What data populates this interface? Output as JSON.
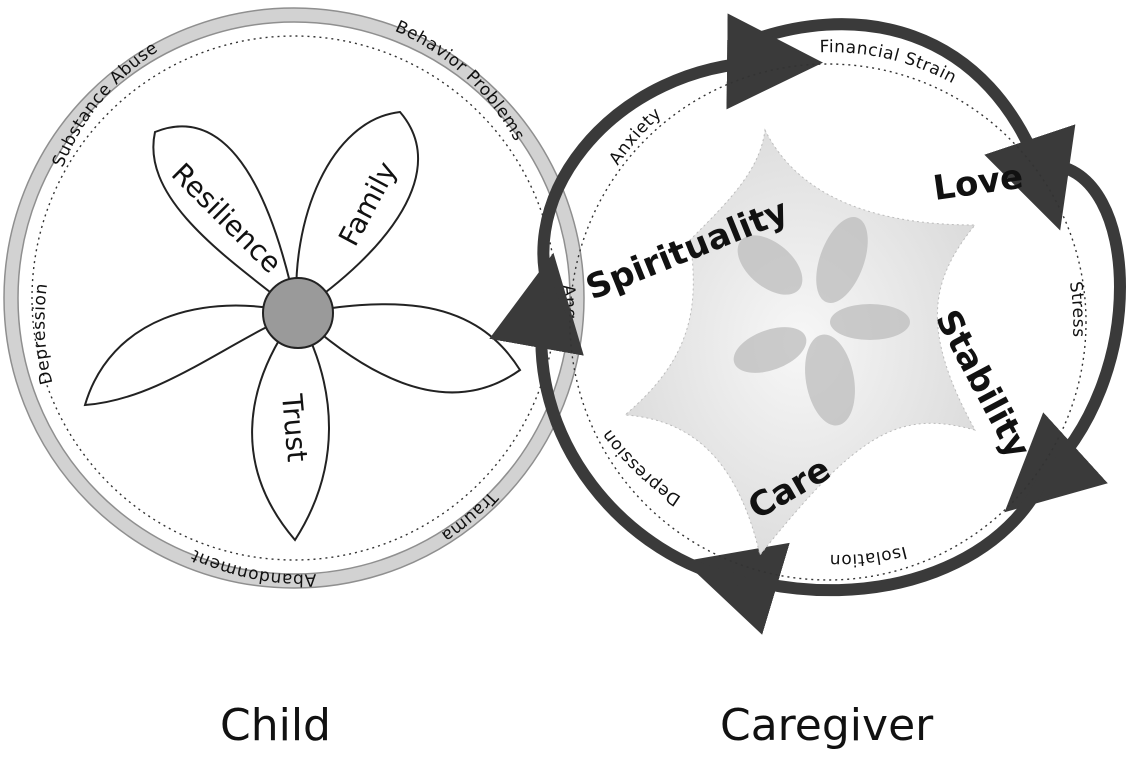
{
  "child": {
    "caption": "Child",
    "ring_labels": {
      "substance_abuse": "Substance Abuse",
      "behavior_problems": "Behavior Problems",
      "anger": "Anger",
      "trauma": "Trauma",
      "abandonment": "Abandonment",
      "depression": "Depression"
    },
    "petals": {
      "resilience": "Resilience",
      "family": "Family",
      "trust": "Trust"
    }
  },
  "caregiver": {
    "caption": "Caregiver",
    "ring_labels": {
      "financial_strain": "Financial Strain",
      "stress": "Stress",
      "isolation": "Isolation",
      "depression": "Depression",
      "anxiety": "Anxiety"
    },
    "qualities": {
      "love": "Love",
      "stability": "Stability",
      "care": "Care",
      "spirituality": "Spirituality"
    }
  },
  "colors": {
    "child_ring": "#cfcfcf",
    "child_center": "#9a9a9a",
    "arrow": "#3a3a3a",
    "star_fill": "#e6e6e6",
    "inner_petal": "#bdbdbd"
  }
}
